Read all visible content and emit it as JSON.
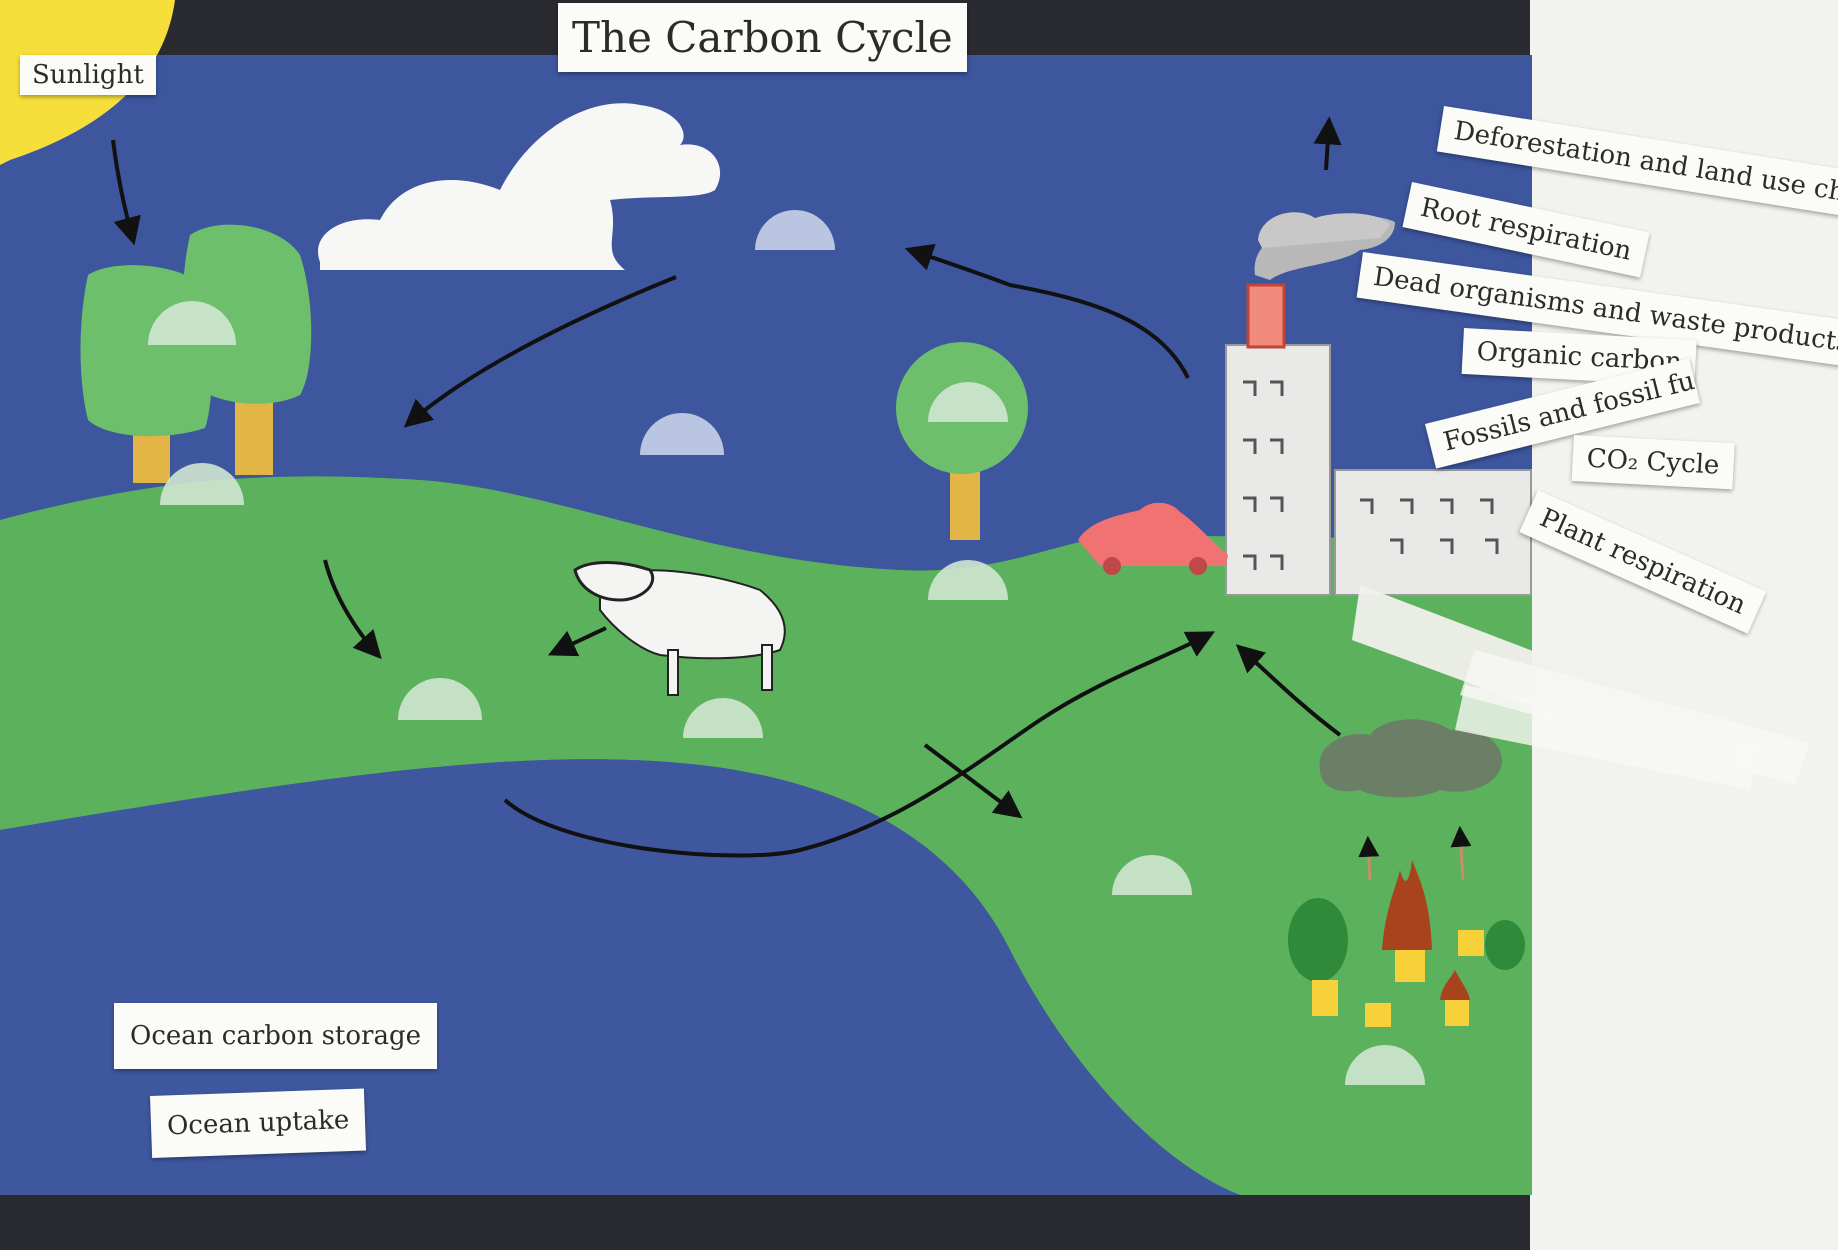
{
  "title": "The Carbon Cycle",
  "labels": {
    "sunlight": "Sunlight",
    "deforestation": "Deforestation and land use change",
    "root_respiration": "Root respiration",
    "dead_organisms": "Dead organisms and waste products",
    "organic_carbon": "Organic carbon",
    "fossils": "Fossils and fossil fuels",
    "co2_cycle": "CO₂ Cycle",
    "plant_respiration": "Plant respiration",
    "ocean_storage": "Ocean carbon storage",
    "ocean_uptake": "Ocean uptake"
  },
  "colors": {
    "background_board": "#2a2b30",
    "sky": "#3d569e",
    "land": "#5cb25c",
    "ocean": "#3e579f",
    "sun": "#f6df3a",
    "paper": "#fbfbf8",
    "tree_foliage": "#6dbf6b",
    "trunk": "#e3b446",
    "car": "#f07272",
    "fire": "#a8431e",
    "smoke": "#6a7f66"
  }
}
